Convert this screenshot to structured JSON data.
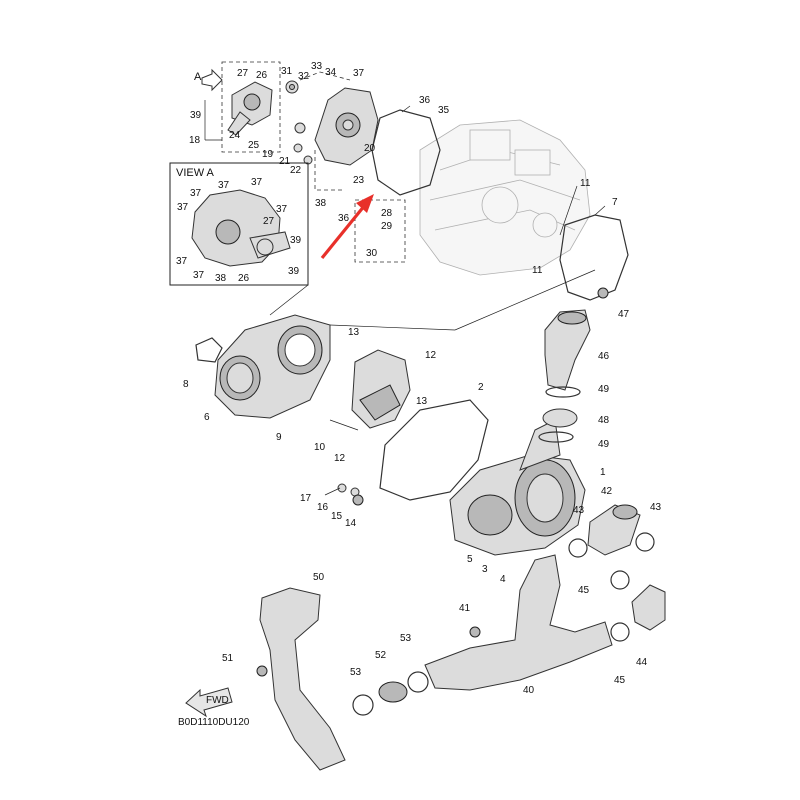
{
  "diagram": {
    "code": "B0D1110DU120",
    "fwd_label": "FWD",
    "view_label": "VIEW A",
    "view_arrow_label": "A",
    "arrow_color": "#e8302a"
  },
  "callouts": {
    "c1": "1",
    "c2": "2",
    "c3": "3",
    "c4": "4",
    "c5": "5",
    "c6": "6",
    "c7": "7",
    "c8": "8",
    "c9": "9",
    "c10": "10",
    "c11a": "11",
    "c11b": "11",
    "c12a": "12",
    "c12b": "12",
    "c13a": "13",
    "c13b": "13",
    "c14": "14",
    "c15": "15",
    "c16": "16",
    "c17": "17",
    "c18": "18",
    "c19": "19",
    "c20": "20",
    "c21": "21",
    "c22": "22",
    "c23": "23",
    "c24": "24",
    "c25": "25",
    "c26a": "26",
    "c26b": "26",
    "c27a": "27",
    "c27b": "27",
    "c28": "28",
    "c29": "29",
    "c30": "30",
    "c31": "31",
    "c32": "32",
    "c33": "33",
    "c34": "34",
    "c35": "35",
    "c36a": "36",
    "c36b": "36",
    "c37a": "37",
    "c37b": "37",
    "c37c": "37",
    "c37d": "37",
    "c37e": "37",
    "c37f": "37",
    "c37g": "37",
    "c37h": "37",
    "c38a": "38",
    "c38b": "38",
    "c39a": "39",
    "c39b": "39",
    "c39c": "39",
    "c40": "40",
    "c41": "41",
    "c42": "42",
    "c43a": "43",
    "c43b": "43",
    "c44": "44",
    "c45a": "45",
    "c45b": "45",
    "c46": "46",
    "c47": "47",
    "c48": "48",
    "c49a": "49",
    "c49b": "49",
    "c50": "50",
    "c51": "51",
    "c52": "52",
    "c53a": "53",
    "c53b": "53"
  }
}
